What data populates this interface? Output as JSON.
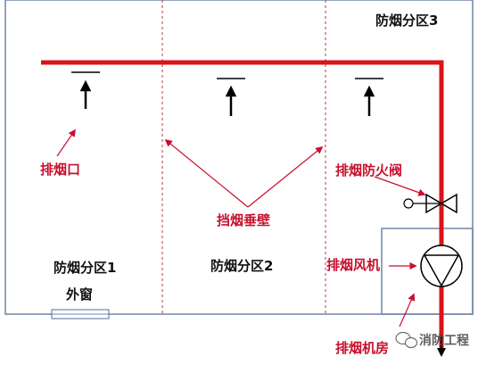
{
  "colors": {
    "border": "#6f86a8",
    "duct": "#d9141b",
    "curtain": "#c23a3a",
    "text": "#111111",
    "callout": "#c8102e"
  },
  "zones": {
    "zone1": "防烟分区1",
    "zone2": "防烟分区2",
    "zone3": "防烟分区3"
  },
  "labels": {
    "exhaust_outlet": "排烟口",
    "smoke_curtain": "挡烟垂壁",
    "fire_damper": "排烟防火阀",
    "exhaust_fan": "排烟风机",
    "fan_room": "排烟机房",
    "window": "外窗"
  },
  "watermark": {
    "icon": "wechat-icon",
    "text": "消防工程"
  }
}
